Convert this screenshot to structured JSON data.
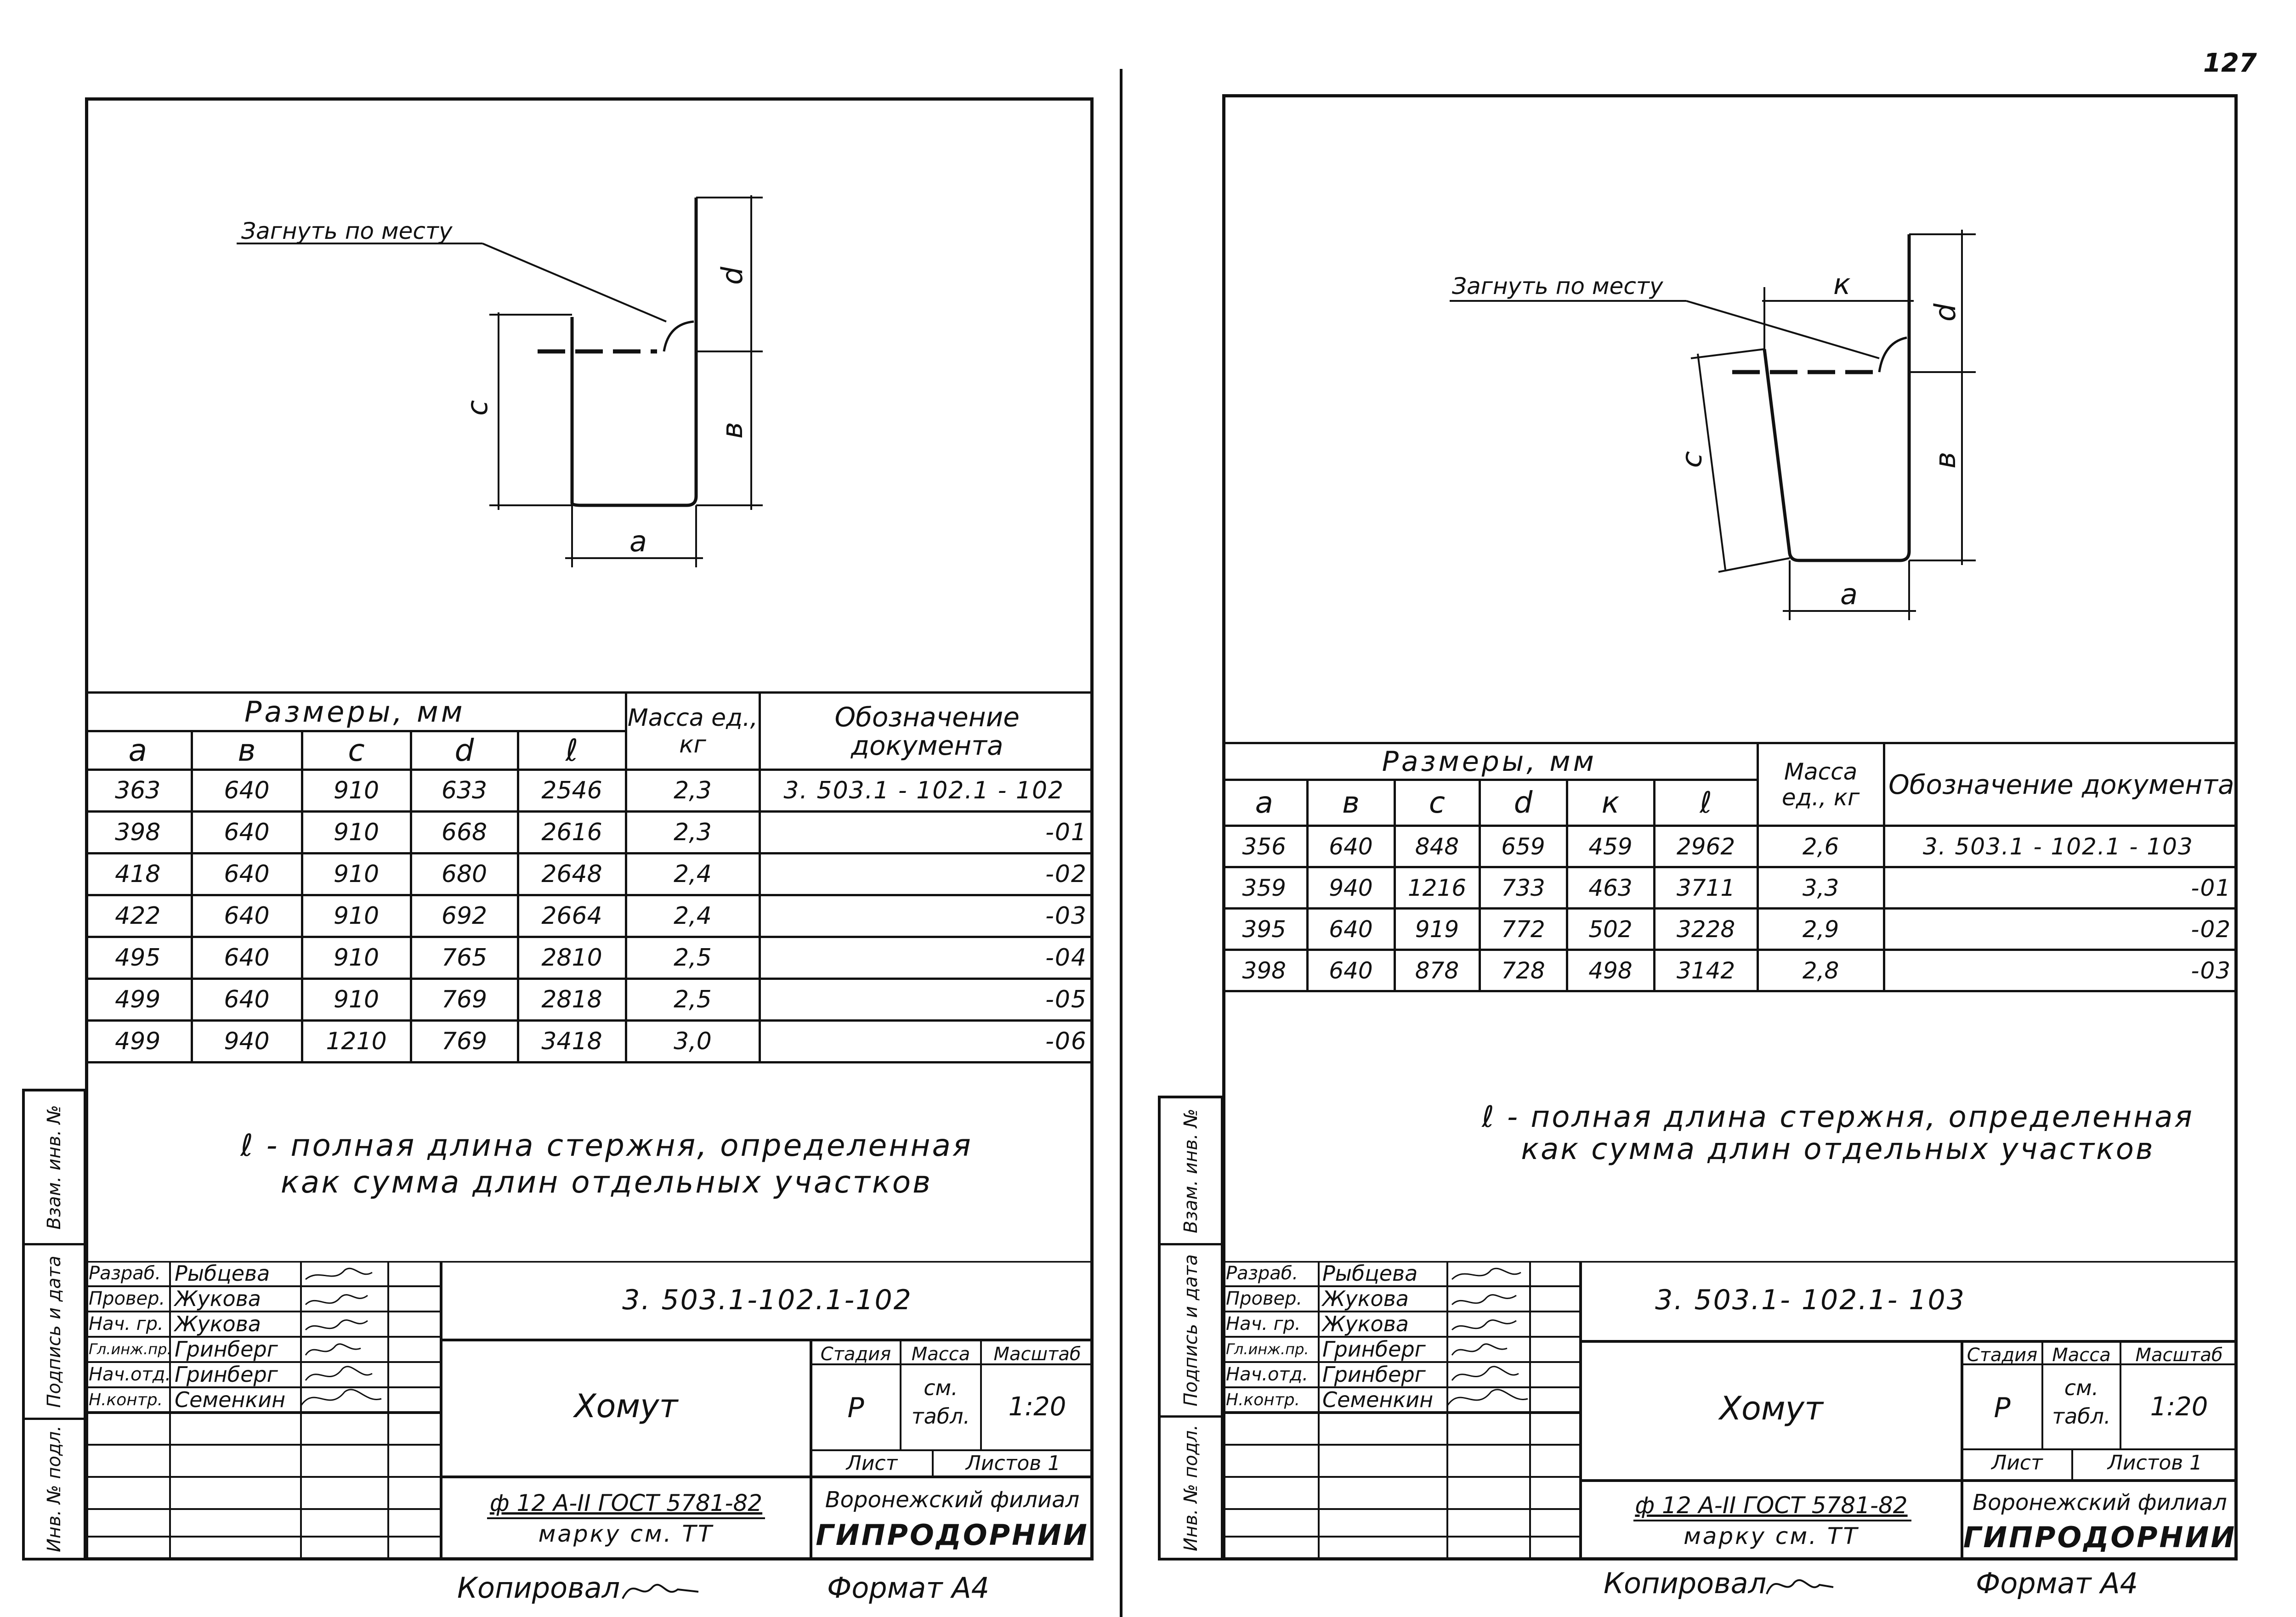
{
  "page_number": "127",
  "left": {
    "drawing": {
      "leader_note": "Загнуть по месту",
      "dims": [
        "a",
        "в",
        "c",
        "d"
      ]
    },
    "table": {
      "header_group": "Размеры, мм",
      "header_mass": "Масса ед., кг",
      "header_doc": "Обозначение документа",
      "columns": [
        "a",
        "в",
        "c",
        "d",
        "ℓ"
      ],
      "rows": [
        {
          "a": "363",
          "b": "640",
          "c": "910",
          "d": "633",
          "l": "2546",
          "m": "2,3",
          "doc": "3. 503.1 - 102.1 - 102"
        },
        {
          "a": "398",
          "b": "640",
          "c": "910",
          "d": "668",
          "l": "2616",
          "m": "2,3",
          "doc": "-01"
        },
        {
          "a": "418",
          "b": "640",
          "c": "910",
          "d": "680",
          "l": "2648",
          "m": "2,4",
          "doc": "-02"
        },
        {
          "a": "422",
          "b": "640",
          "c": "910",
          "d": "692",
          "l": "2664",
          "m": "2,4",
          "doc": "-03"
        },
        {
          "a": "495",
          "b": "640",
          "c": "910",
          "d": "765",
          "l": "2810",
          "m": "2,5",
          "doc": "-04"
        },
        {
          "a": "499",
          "b": "640",
          "c": "910",
          "d": "769",
          "l": "2818",
          "m": "2,5",
          "doc": "-05"
        },
        {
          "a": "499",
          "b": "940",
          "c": "1210",
          "d": "769",
          "l": "3418",
          "m": "3,0",
          "doc": "-06"
        }
      ]
    },
    "note_line1": "ℓ - полная длина стержня, определенная",
    "note_line2": "как сумма длин отдельных участков",
    "stamp": {
      "roles": [
        "Разраб.",
        "Провер.",
        "Нач. гр.",
        "Гл.инж.пр.",
        "Нач.отд.",
        "Н.контр."
      ],
      "names": [
        "Рыбцева",
        "Жукова",
        "Жукова",
        "Гринберг",
        "Гринберг",
        "Семенкин"
      ],
      "code": "3. 503.1-102.1-102",
      "title": "Хомут",
      "stage_h": "Стадия",
      "mass_h": "Масса",
      "scale_h": "Масштаб",
      "stage": "Р",
      "mass_v": "см. табл.",
      "scale": "1:20",
      "sheet": "Лист",
      "sheets": "Листов 1",
      "material1": "ф 12 А-II ГОСТ 5781-82",
      "material2": "марку см. ТТ",
      "org1": "Воронежский филиал",
      "org2": "ГИПРОДОРНИИ"
    },
    "side_labels": [
      "Инв. № подл.",
      "Подпись и дата",
      "Взам. инв. №"
    ],
    "footer_copy": "Копировал",
    "footer_format": "Формат А4"
  },
  "right": {
    "drawing": {
      "leader_note": "Загнуть по месту",
      "dims": [
        "к",
        "d",
        "в",
        "c",
        "a"
      ]
    },
    "table": {
      "header_group": "Размеры, мм",
      "header_mass": "Масса ед., кг",
      "header_doc": "Обозначение документа",
      "columns": [
        "a",
        "в",
        "c",
        "d",
        "к",
        "ℓ"
      ],
      "rows": [
        {
          "a": "356",
          "b": "640",
          "c": "848",
          "d": "659",
          "k": "459",
          "l": "2962",
          "m": "2,6",
          "doc": "3. 503.1 - 102.1 - 103"
        },
        {
          "a": "359",
          "b": "940",
          "c": "1216",
          "d": "733",
          "k": "463",
          "l": "3711",
          "m": "3,3",
          "doc": "-01"
        },
        {
          "a": "395",
          "b": "640",
          "c": "919",
          "d": "772",
          "k": "502",
          "l": "3228",
          "m": "2,9",
          "doc": "-02"
        },
        {
          "a": "398",
          "b": "640",
          "c": "878",
          "d": "728",
          "k": "498",
          "l": "3142",
          "m": "2,8",
          "doc": "-03"
        }
      ]
    },
    "note_line1": "ℓ - полная длина стержня, определенная",
    "note_line2": "как сумма длин отдельных участков",
    "stamp": {
      "roles": [
        "Разраб.",
        "Провер.",
        "Нач. гр.",
        "Гл.инж.пр.",
        "Нач.отд.",
        "Н.контр."
      ],
      "names": [
        "Рыбцева",
        "Жукова",
        "Жукова",
        "Гринберг",
        "Гринберг",
        "Семенкин"
      ],
      "code": "3. 503.1- 102.1- 103",
      "title": "Хомут",
      "stage_h": "Стадия",
      "mass_h": "Масса",
      "scale_h": "Масштаб",
      "stage": "Р",
      "mass_v": "см. табл.",
      "scale": "1:20",
      "sheet": "Лист",
      "sheets": "Листов 1",
      "material1": "ф 12 А-II ГОСТ 5781-82",
      "material2": "марку см. ТТ",
      "org1": "Воронежский филиал",
      "org2": "ГИПРОДОРНИИ"
    },
    "side_labels": [
      "Инв. № подл.",
      "Подпись и дата",
      "Взам. инв. №"
    ],
    "footer_copy": "Копировал",
    "footer_format": "Формат А4"
  }
}
